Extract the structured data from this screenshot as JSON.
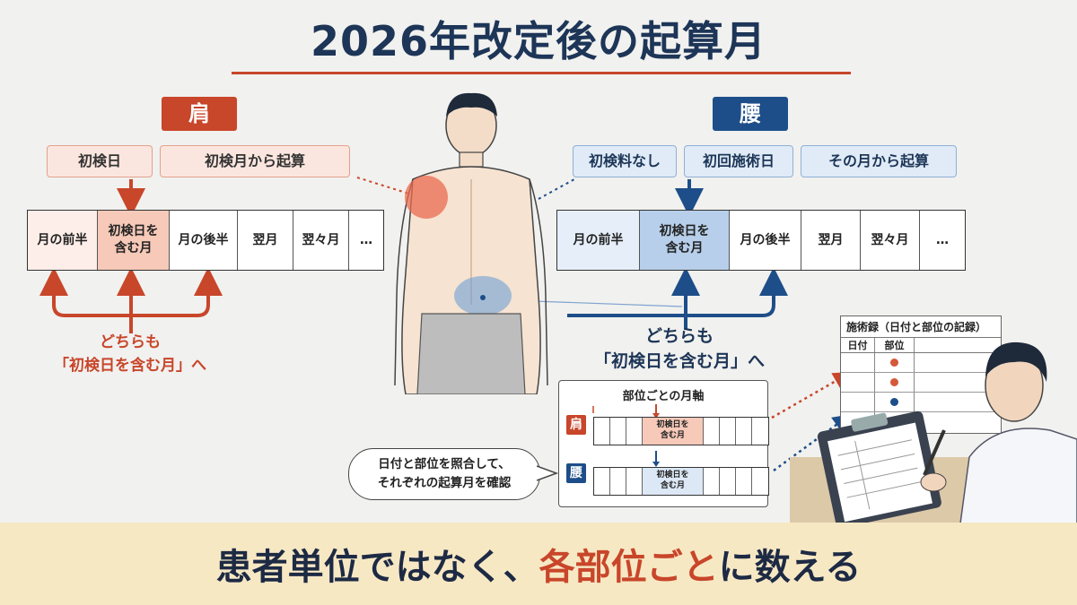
{
  "title": "2026年改定後の起算月",
  "shoulder": {
    "tag": "肩",
    "labels": [
      "初検日",
      "初検月から起算"
    ],
    "timeline": [
      "月の前半",
      "初検日を\n含む月",
      "月の後半",
      "翌月",
      "翌々月",
      "…"
    ],
    "note_line1": "どちらも",
    "note_line2": "「初検日を含む月」へ"
  },
  "waist": {
    "tag": "腰",
    "labels": [
      "初検料なし",
      "初回施術日",
      "その月から起算"
    ],
    "timeline": [
      "月の前半",
      "初検日を\n含む月",
      "月の後半",
      "翌月",
      "翌々月",
      "…"
    ],
    "note_line1": "どちらも",
    "note_line2": "「初検日を含む月」へ"
  },
  "panel": {
    "title": "部位ごとの月軸",
    "row1_tag": "肩",
    "row1_cell": "初検日を\n含む月",
    "row2_tag": "腰",
    "row2_cell": "初検日を\n含む月"
  },
  "bubble": "日付と部位を照合して、\nそれぞれの起算月を確認",
  "record": {
    "title": "施術録（日付と部位の記録）",
    "col_date": "日付",
    "col_part": "部位",
    "dots": [
      "#d4583a",
      "#d4583a",
      "#1d4e89",
      "#1d4e89"
    ]
  },
  "bottom": {
    "part1": "患者単位ではなく、",
    "part2": "各部位ごと",
    "part3": "に数える"
  },
  "colors": {
    "red": "#c8462a",
    "blue": "#1d4e89",
    "navy": "#1d3557",
    "banner": "#f7e8c4"
  }
}
